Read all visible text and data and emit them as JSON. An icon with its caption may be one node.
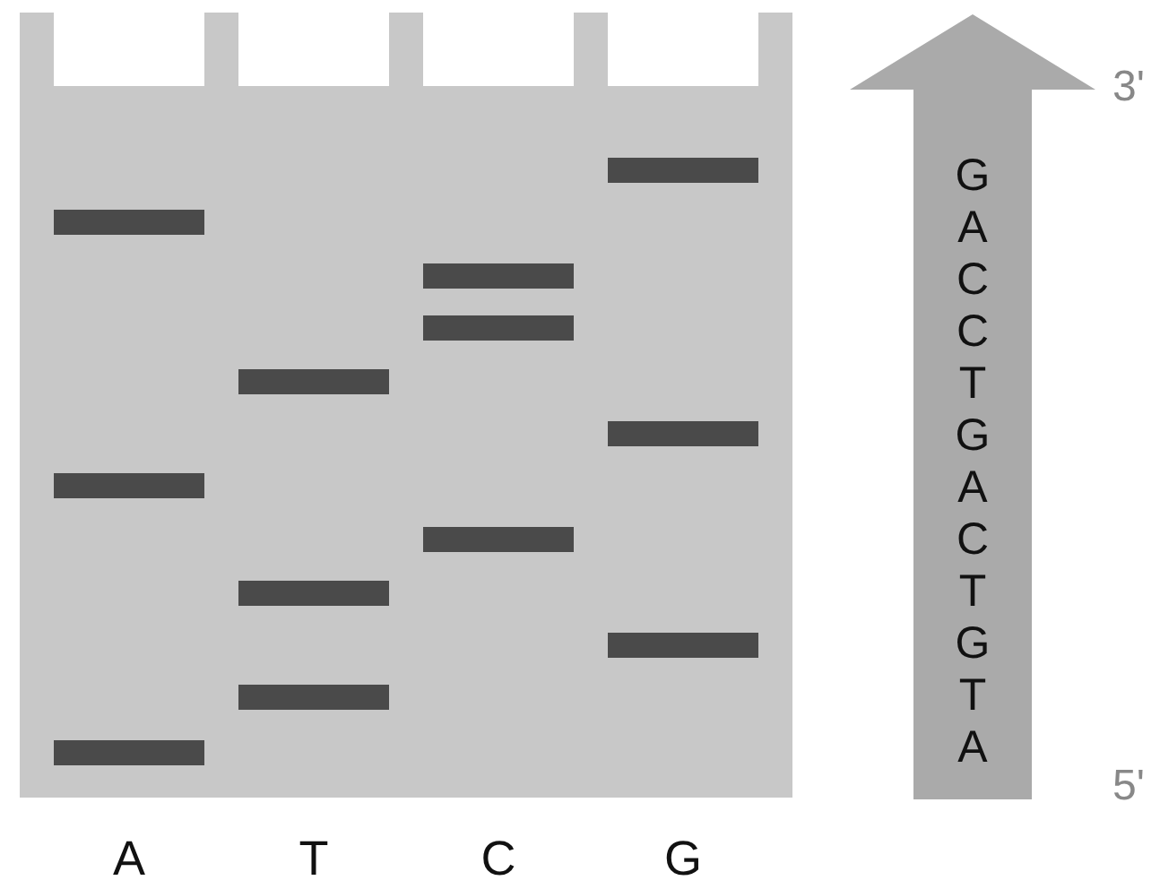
{
  "diagram": {
    "nodes": [
      {
        "text": [
          "GACCTGACTGTA"
        ]
      }
    ],
    "labels": [
      "3'",
      "5'",
      "A",
      "T",
      "C",
      "G"
    ]
  }
}
